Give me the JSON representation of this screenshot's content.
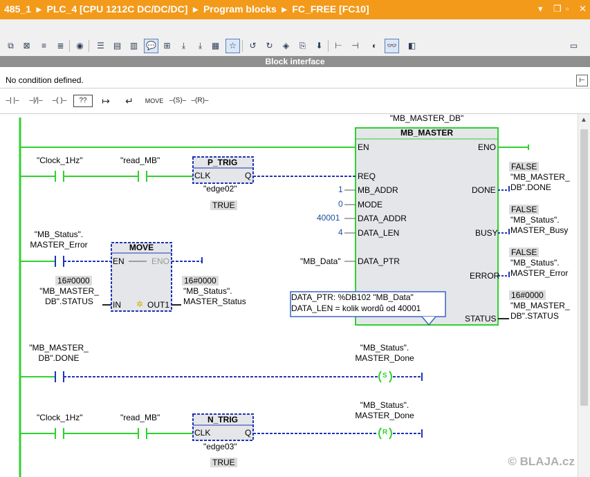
{
  "window": {
    "breadcrumb": [
      "485_1",
      "PLC_4 [CPU 1212C DC/DC/DC]",
      "Program blocks",
      "FC_FREE [FC10]"
    ],
    "controls": [
      "▾",
      "❐",
      "▫",
      "✕"
    ]
  },
  "block_interface": {
    "label": "Block interface"
  },
  "condition": {
    "text": "No condition defined."
  },
  "instructions": {
    "move": "MOVE"
  },
  "network1": {
    "instance_db": "\"MB_MASTER_DB\"",
    "block_name": "MB_MASTER",
    "pins_left": {
      "en": "EN",
      "req": "REQ",
      "mb_addr": "MB_ADDR",
      "mode": "MODE",
      "data_addr": "DATA_ADDR",
      "data_len": "DATA_LEN",
      "data_ptr": "DATA_PTR"
    },
    "pins_right": {
      "eno": "ENO",
      "done": "DONE",
      "busy": "BUSY",
      "error": "ERROR",
      "status": "STATUS"
    },
    "values": {
      "mb_addr": "1",
      "mode": "0",
      "data_addr": "40001",
      "data_len": "4",
      "data_ptr": "\"MB_Data\""
    },
    "contacts": {
      "clock": "\"Clock_1Hz\"",
      "read": "\"read_MB\""
    },
    "p_trig": {
      "name": "P_TRIG",
      "clk": "CLK",
      "q": "Q",
      "operand": "\"edge02\"",
      "state": "TRUE"
    },
    "outputs": {
      "done": {
        "state": "FALSE",
        "tag1": "\"MB_MASTER_",
        "tag2": "DB\".DONE"
      },
      "busy": {
        "state": "FALSE",
        "tag1": "\"MB_Status\".",
        "tag2": "MASTER_Busy"
      },
      "error": {
        "state": "FALSE",
        "tag1": "\"MB_Status\".",
        "tag2": "MASTER_Error"
      },
      "status": {
        "state": "16#0000",
        "tag1": "\"MB_MASTER_",
        "tag2": "DB\".STATUS"
      }
    },
    "comment": {
      "line1": "DATA_PTR: %DB102 \"MB_Data\"",
      "line2": "DATA_LEN = kolik wordů od 40001"
    }
  },
  "network2": {
    "contact": {
      "tag1": "\"MB_Status\".",
      "tag2": "MASTER_Error"
    },
    "move": {
      "name": "MOVE",
      "en": "EN",
      "eno": "ENO",
      "in": "IN",
      "out1": "OUT1"
    },
    "in_value": "16#0000",
    "in_tag1": "\"MB_MASTER_",
    "in_tag2": "DB\".STATUS",
    "out_value": "16#0000",
    "out_tag1": "\"MB_Status\".",
    "out_tag2": "MASTER_Status"
  },
  "network3": {
    "contact": {
      "tag1": "\"MB_MASTER_",
      "tag2": "DB\".DONE"
    },
    "coil": {
      "type": "S",
      "tag1": "\"MB_Status\".",
      "tag2": "MASTER_Done"
    }
  },
  "network4": {
    "contacts": {
      "clock": "\"Clock_1Hz\"",
      "read": "\"read_MB\""
    },
    "n_trig": {
      "name": "N_TRIG",
      "clk": "CLK",
      "q": "Q",
      "operand": "\"edge03\"",
      "state": "TRUE"
    },
    "coil": {
      "type": "R",
      "tag1": "\"MB_Status\".",
      "tag2": "MASTER_Done"
    }
  },
  "watermark": "© BLAJA.cz",
  "colors": {
    "titlebar": "#f39a1a",
    "energized": "#2fd12f",
    "unpowered": "#1f33b8",
    "block_fill": "#e4e6e9"
  }
}
